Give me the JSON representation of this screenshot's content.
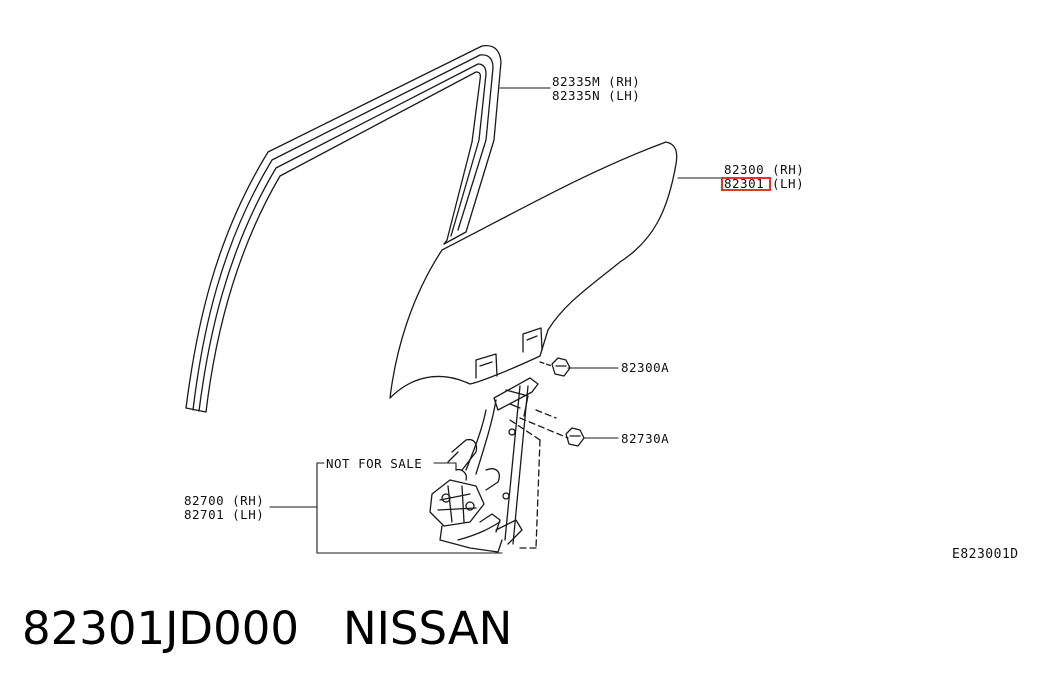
{
  "callouts": {
    "weatherstrip": {
      "rh": "82335M (RH)",
      "lh": "82335N (LH)"
    },
    "glass": {
      "rh": "82300 (RH)",
      "lh_code": "82301",
      "lh_suffix": "(LH)"
    },
    "glass_bolt": "82300A",
    "regulator_bolt": "82730A",
    "not_for_sale": "NOT FOR SALE",
    "regulator": {
      "rh": "82700 (RH)",
      "lh": "82701 (LH)"
    }
  },
  "diagram_code": "E823001D",
  "footer": {
    "part_number": "82301JD000",
    "brand": "NISSAN"
  },
  "highlight_color": "#e0201a"
}
